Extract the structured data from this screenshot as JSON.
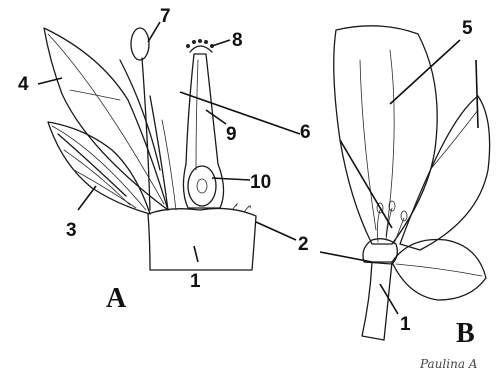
{
  "labels": {
    "l1a": "1",
    "l1b": "1",
    "l2": "2",
    "l3": "3",
    "l4": "4",
    "l5": "5",
    "l6": "6",
    "l7": "7",
    "l8": "8",
    "l9": "9",
    "l10": "10"
  },
  "panels": {
    "a": "A",
    "b": "B"
  },
  "signature": "Paulina A"
}
